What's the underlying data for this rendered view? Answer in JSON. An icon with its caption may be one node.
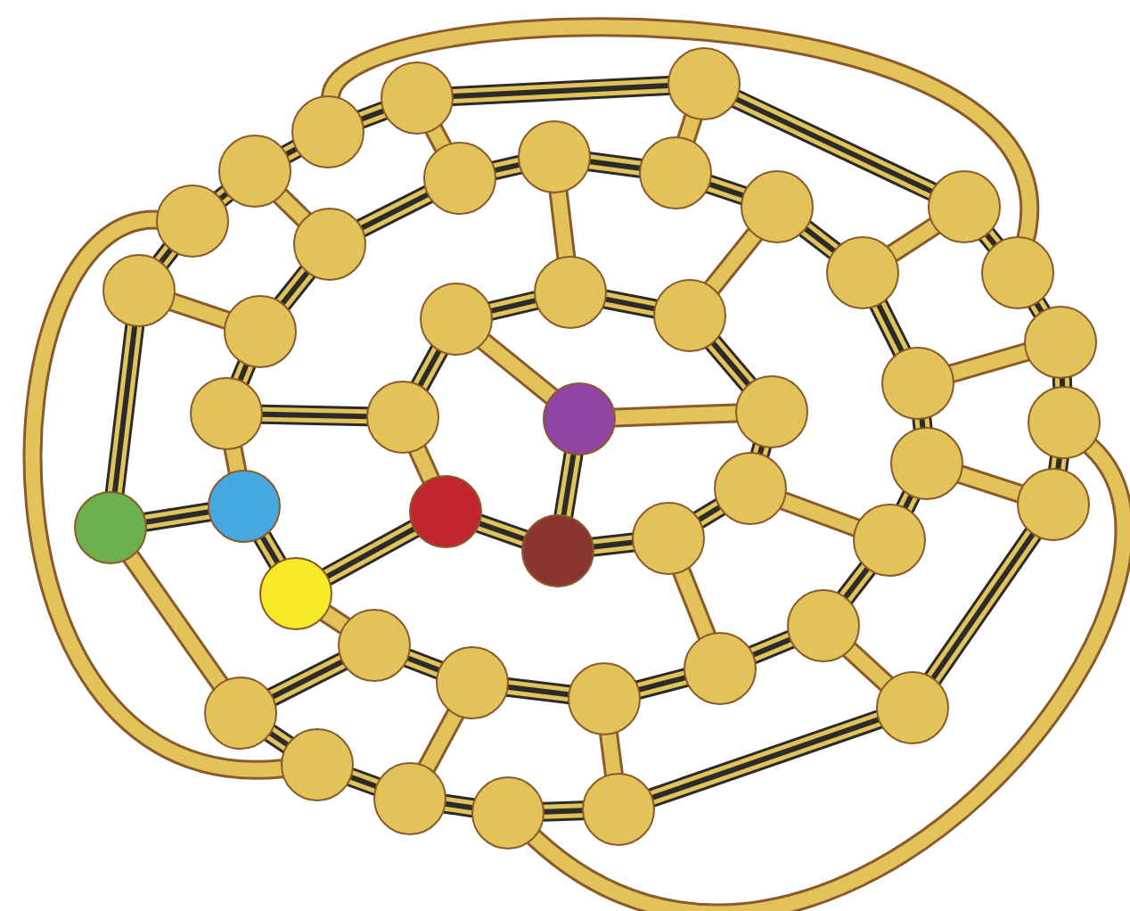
{
  "diagram": {
    "nodes": [
      {
        "text": [],
        "shape": "circle"
      },
      {
        "text": [],
        "shape": "circle"
      },
      {
        "text": [],
        "shape": "circle"
      },
      {
        "text": [],
        "shape": "circle"
      },
      {
        "text": [],
        "shape": "circle"
      },
      {
        "text": [],
        "shape": "circle"
      },
      {
        "text": [],
        "shape": "circle"
      },
      {
        "text": [],
        "shape": "circle"
      },
      {
        "text": [],
        "shape": "circle"
      },
      {
        "text": [],
        "shape": "circle"
      },
      {
        "text": [],
        "shape": "circle"
      },
      {
        "text": [],
        "shape": "circle"
      },
      {
        "text": [],
        "shape": "circle"
      },
      {
        "text": [],
        "shape": "circle"
      },
      {
        "text": [],
        "shape": "circle"
      },
      {
        "text": [],
        "shape": "circle"
      },
      {
        "text": [],
        "shape": "circle"
      },
      {
        "text": [],
        "shape": "circle"
      },
      {
        "text": [],
        "shape": "circle"
      },
      {
        "text": [],
        "shape": "circle"
      },
      {
        "text": [],
        "shape": "circle"
      },
      {
        "text": [],
        "shape": "circle"
      },
      {
        "text": [],
        "shape": "circle"
      },
      {
        "text": [],
        "shape": "circle"
      },
      {
        "text": [],
        "shape": "circle"
      },
      {
        "text": [],
        "shape": "circle"
      },
      {
        "text": [],
        "shape": "circle"
      },
      {
        "text": [],
        "shape": "circle"
      },
      {
        "text": [],
        "shape": "circle"
      },
      {
        "text": [],
        "shape": "circle"
      },
      {
        "text": [],
        "shape": "circle"
      },
      {
        "text": [],
        "shape": "circle"
      },
      {
        "text": [],
        "shape": "circle"
      },
      {
        "text": [],
        "shape": "circle"
      },
      {
        "text": [],
        "shape": "circle"
      },
      {
        "text": [],
        "shape": "circle"
      },
      {
        "text": [],
        "shape": "circle"
      },
      {
        "text": [],
        "shape": "circle"
      },
      {
        "text": [],
        "shape": "circle"
      },
      {
        "text": [],
        "shape": "circle"
      },
      {
        "text": [],
        "shape": "circle"
      },
      {
        "text": [],
        "shape": "circle"
      },
      {
        "text": [],
        "shape": "circle"
      },
      {
        "text": [],
        "shape": "circle"
      },
      {
        "text": [],
        "shape": "circle"
      },
      {
        "text": [],
        "shape": "circle"
      }
    ],
    "edges": [
      {
        "from": 0,
        "to": 1,
        "arrow": "none"
      },
      {
        "from": 0,
        "to": 6,
        "arrow": "none",
        "color": "#8a5a2b"
      },
      {
        "from": 0,
        "to": 8,
        "arrow": "none"
      },
      {
        "from": 1,
        "to": 2,
        "arrow": "none"
      },
      {
        "from": 1,
        "to": 5,
        "arrow": "none",
        "color": "#8a5a2b"
      },
      {
        "from": 2,
        "to": 3,
        "arrow": "none"
      },
      {
        "from": 2,
        "to": 12,
        "arrow": "none",
        "color": "#8a5a2b"
      },
      {
        "from": 3,
        "to": 9,
        "arrow": "none"
      },
      {
        "from": 3,
        "to": 10,
        "arrow": "none",
        "color": "#8a5a2b"
      },
      {
        "from": 4,
        "to": 5,
        "arrow": "none"
      },
      {
        "from": 4,
        "to": 6,
        "arrow": "none"
      },
      {
        "from": 4,
        "to": 14,
        "arrow": "none",
        "color": "#8a5a2b"
      },
      {
        "from": 5,
        "to": 10,
        "arrow": "none"
      },
      {
        "from": 6,
        "to": 7,
        "arrow": "none"
      },
      {
        "from": 7,
        "to": 11,
        "arrow": "none"
      },
      {
        "from": 7,
        "to": 16,
        "arrow": "none",
        "color": "#8a5a2b"
      },
      {
        "from": 8,
        "to": 11,
        "arrow": "none",
        "color": "#8a5a2b"
      },
      {
        "from": 8,
        "to": 12,
        "arrow": "none"
      },
      {
        "from": 9,
        "to": 13,
        "arrow": "none"
      },
      {
        "from": 9,
        "to": 42,
        "arrow": "none",
        "color": "#8a5a2b"
      },
      {
        "from": 10,
        "to": 17,
        "arrow": "none"
      },
      {
        "from": 11,
        "to": 19,
        "arrow": "none"
      },
      {
        "from": 12,
        "to": 18,
        "arrow": "none"
      },
      {
        "from": 13,
        "to": 17,
        "arrow": "none",
        "color": "#8a5a2b"
      },
      {
        "from": 13,
        "to": 29,
        "arrow": "none"
      },
      {
        "from": 14,
        "to": 15,
        "arrow": "none"
      },
      {
        "from": 14,
        "to": 16,
        "arrow": "none"
      },
      {
        "from": 15,
        "to": 21,
        "arrow": "none"
      },
      {
        "from": 15,
        "to": 22,
        "arrow": "none",
        "color": "#8a5a2b"
      },
      {
        "from": 16,
        "to": 23,
        "arrow": "none"
      },
      {
        "from": 17,
        "to": 20,
        "arrow": "none"
      },
      {
        "from": 18,
        "to": 19,
        "arrow": "none",
        "color": "#8a5a2b"
      },
      {
        "from": 18,
        "to": 24,
        "arrow": "none"
      },
      {
        "from": 19,
        "to": 25,
        "arrow": "none"
      },
      {
        "from": 20,
        "to": 21,
        "arrow": "none"
      },
      {
        "from": 20,
        "to": 28,
        "arrow": "none",
        "color": "#8a5a2b"
      },
      {
        "from": 21,
        "to": 27,
        "arrow": "none",
        "color": "#8a5a2b"
      },
      {
        "from": 22,
        "to": 23,
        "arrow": "none",
        "color": "#8a5a2b"
      },
      {
        "from": 22,
        "to": 32,
        "arrow": "none"
      },
      {
        "from": 23,
        "to": 26,
        "arrow": "none"
      },
      {
        "from": 24,
        "to": 30,
        "arrow": "none"
      },
      {
        "from": 24,
        "to": 44,
        "arrow": "none",
        "color": "#8a5a2b"
      },
      {
        "from": 25,
        "to": 30,
        "arrow": "none",
        "color": "#8a5a2b"
      },
      {
        "from": 25,
        "to": 31,
        "arrow": "none"
      },
      {
        "from": 26,
        "to": 33,
        "arrow": "none"
      },
      {
        "from": 26,
        "to": 31,
        "arrow": "none",
        "color": "#8a5a2b"
      },
      {
        "from": 27,
        "to": 34,
        "arrow": "none"
      },
      {
        "from": 27,
        "to": 32,
        "arrow": "none"
      },
      {
        "from": 28,
        "to": 29,
        "arrow": "none"
      },
      {
        "from": 28,
        "to": 34,
        "arrow": "none"
      },
      {
        "from": 29,
        "to": 40,
        "arrow": "none",
        "color": "#8a5a2b"
      },
      {
        "from": 30,
        "to": 41,
        "arrow": "none"
      },
      {
        "from": 31,
        "to": 36,
        "arrow": "none"
      },
      {
        "from": 32,
        "to": 33,
        "arrow": "none"
      },
      {
        "from": 33,
        "to": 38,
        "arrow": "none",
        "color": "#8a5a2b"
      },
      {
        "from": 34,
        "to": 35,
        "arrow": "none",
        "color": "#8a5a2b"
      },
      {
        "from": 35,
        "to": 37,
        "arrow": "none"
      },
      {
        "from": 35,
        "to": 40,
        "arrow": "none"
      },
      {
        "from": 36,
        "to": 38,
        "arrow": "none"
      },
      {
        "from": 36,
        "to": 41,
        "arrow": "none",
        "color": "#8a5a2b"
      },
      {
        "from": 37,
        "to": 39,
        "arrow": "none"
      },
      {
        "from": 37,
        "to": 43,
        "arrow": "none",
        "color": "#8a5a2b"
      },
      {
        "from": 38,
        "to": 39,
        "arrow": "none"
      },
      {
        "from": 39,
        "to": 45,
        "arrow": "none",
        "color": "#8a5a2b"
      },
      {
        "from": 40,
        "to": 42,
        "arrow": "none"
      },
      {
        "from": 41,
        "to": 45,
        "arrow": "none"
      },
      {
        "from": 42,
        "to": 43,
        "arrow": "none"
      },
      {
        "from": 43,
        "to": 44,
        "arrow": "none"
      },
      {
        "from": 44,
        "to": 45,
        "arrow": "none"
      }
    ]
  }
}
